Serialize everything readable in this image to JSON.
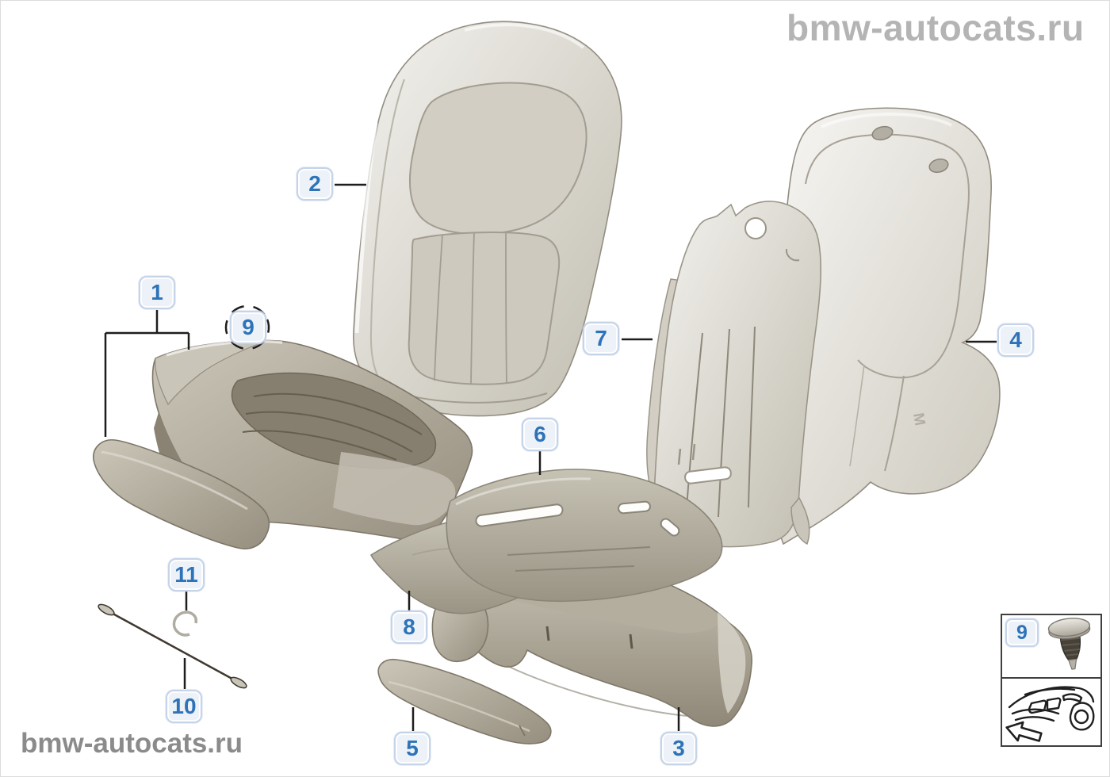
{
  "watermarks": {
    "top_right": "bmw-autocats.ru",
    "bottom_left": "bmw-autocats.ru"
  },
  "callouts": {
    "backrest_cover": "2",
    "seat_cushion_cover": "1",
    "clip": "9",
    "backrest_foam_pad": "7",
    "backrest_rear_shell": "4",
    "seat_heating_element": "6",
    "support_flap": "8",
    "retaining_hook": "11",
    "retaining_wire": "10",
    "side_finisher_pad": "5",
    "seat_foam_pad": "3",
    "legend_clip": "9"
  },
  "legend": {
    "icons": [
      "push-clip-icon",
      "car-front-direction-icon"
    ]
  },
  "artwork": {
    "shell_marking": "M"
  },
  "colors": {
    "callout_text": "#2e73b8",
    "callout_fill": "#edf2f9",
    "callout_border": "#c5d4e9",
    "callout_line": "#1f1d1b",
    "watermark_top_right": "#b4b4b4",
    "watermark_bottom_left": "#8b8b8b",
    "upholstery_light": "#d8d5cc",
    "upholstery_dark": "#8e8779"
  }
}
